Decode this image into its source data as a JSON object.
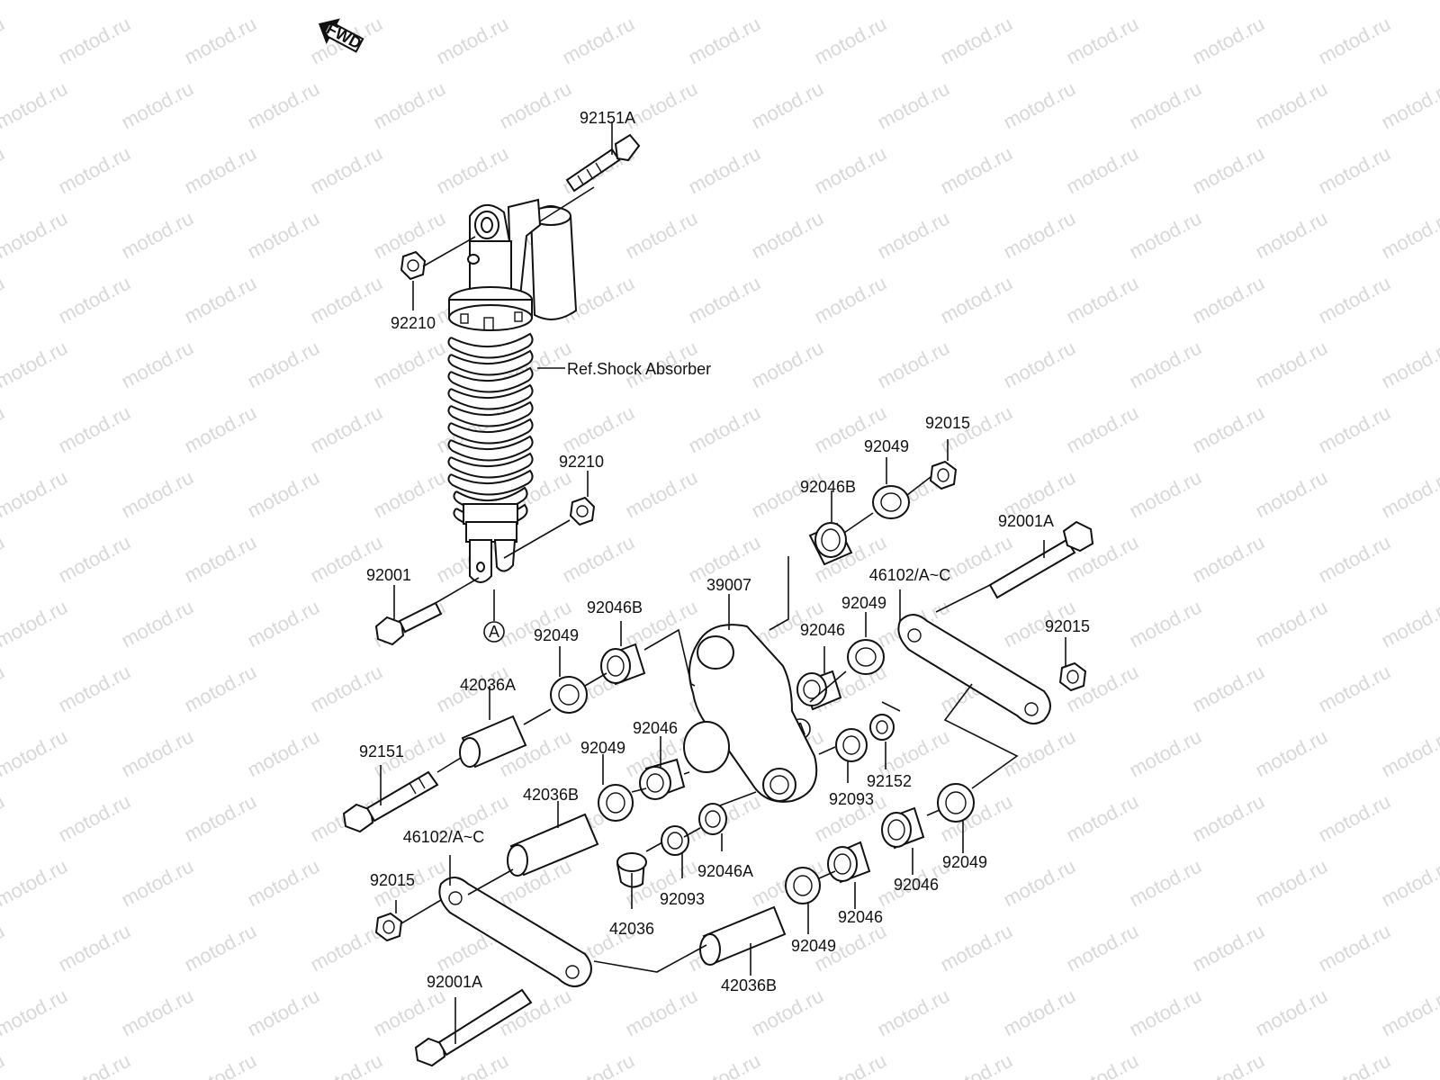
{
  "watermark": "motod.ru",
  "fwd_label": "FWD",
  "ref_label": "Ref.Shock Absorber",
  "circle_marker": "A",
  "labels": {
    "l_92151A": "92151A",
    "l_92210_top": "92210",
    "l_92210_mid": "92210",
    "l_92001": "92001",
    "l_92015_top": "92015",
    "l_92049_top": "92049",
    "l_92046B_top": "92046B",
    "l_92001A_right": "92001A",
    "l_39007": "39007",
    "l_46102_right": "46102/A~C",
    "l_92049_r2": "92049",
    "l_92046_mid": "92046",
    "l_92015_right": "92015",
    "l_92046B_left": "92046B",
    "l_92049_left": "92049",
    "l_42036A": "42036A",
    "l_92151": "92151",
    "l_92046_c": "92046",
    "l_92049_c": "92049",
    "l_42036B_top": "42036B",
    "l_92093_right": "92093",
    "l_92152": "92152",
    "l_46102_left": "46102/A~C",
    "l_92015_left": "92015",
    "l_92046A": "92046A",
    "l_92093_c": "92093",
    "l_42036": "42036",
    "l_92001A_left": "92001A",
    "l_42036B_bot": "42036B",
    "l_92049_bot": "92049",
    "l_92046_bot": "92046",
    "l_92046_br": "92046",
    "l_92049_br": "92049"
  }
}
